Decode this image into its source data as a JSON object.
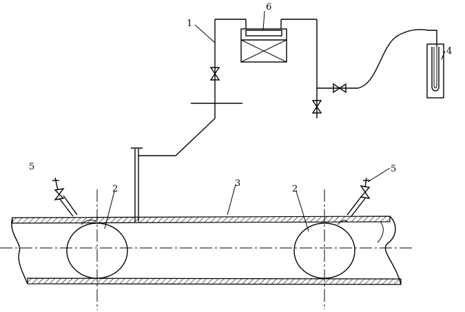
{
  "labels": {
    "l1": "1",
    "l2a": "2",
    "l2b": "2",
    "l3": "3",
    "l4": "4",
    "l5a": "5",
    "l5b": "5",
    "l6": "6"
  },
  "colors": {
    "stroke": "#000000",
    "background": "#ffffff"
  }
}
